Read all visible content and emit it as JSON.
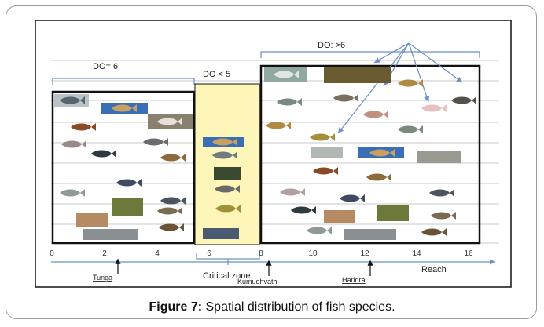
{
  "zone_labels": {
    "left": "DO= 6",
    "middle": "DO < 5",
    "right": "DO: >6",
    "critical": "Critical zone"
  },
  "axis": {
    "ticks": [
      "0",
      "2",
      "4",
      "6",
      "8",
      "10",
      "12",
      "14",
      "16"
    ],
    "label": "Reach"
  },
  "sites": [
    "Tunga",
    "Kumudhvathi",
    "Haridra"
  ],
  "caption": {
    "label": "Figure 7:",
    "text": " Spatial distribution of fish species."
  },
  "colors": {
    "critical_zone_fill": "#fdf6b8",
    "box_stroke": "#111111",
    "bracket": "#6b8fc7",
    "arrow": "#6b8fc7",
    "grid": "#c8c8c8"
  },
  "fish_icon": "fish-photo"
}
